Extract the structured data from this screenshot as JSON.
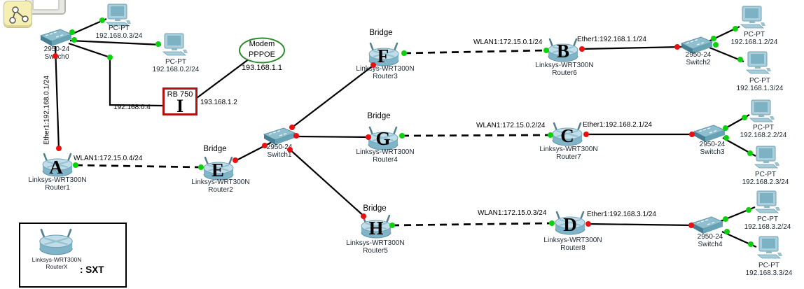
{
  "toolbar": {
    "cluster_icon": "network-cluster-icon"
  },
  "colors": {
    "link": "#000000",
    "green_port_dot": "#0bd10b",
    "red_port_dot": "#e81010",
    "modem_ellipse_stroke": "#2e8b2e",
    "rb750_border": "#b01212",
    "device_body_blue": "#8fbfce"
  },
  "devices": {
    "switch0": {
      "model": "2950-24",
      "name": "Switch0"
    },
    "switch1": {
      "model": "2950-24",
      "name": "Switch1"
    },
    "switch2": {
      "model": "2950-24",
      "name": "Switch2"
    },
    "switch3": {
      "model": "2950-24",
      "name": "Switch3"
    },
    "switch4": {
      "model": "2950-24",
      "name": "Switch4"
    },
    "router1": {
      "model": "Linksys-WRT300N",
      "name": "Router1",
      "letter": "A"
    },
    "router2": {
      "model": "Linksys-WRT300N",
      "name": "Router2",
      "letter": "E",
      "tag": "Bridge"
    },
    "router3": {
      "model": "Linksys-WRT300N",
      "name": "Router3",
      "letter": "F",
      "tag": "Bridge"
    },
    "router4": {
      "model": "Linksys-WRT300N",
      "name": "Router4",
      "letter": "G",
      "tag": "Bridge"
    },
    "router5": {
      "model": "Linksys-WRT300N",
      "name": "Router5",
      "letter": "H",
      "tag": "Bridge"
    },
    "router6": {
      "model": "Linksys-WRT300N",
      "name": "Router6",
      "letter": "B"
    },
    "router7": {
      "model": "Linksys-WRT300N",
      "name": "Router7",
      "letter": "C"
    },
    "router8": {
      "model": "Linksys-WRT300N",
      "name": "Router8",
      "letter": "D"
    },
    "pc0": {
      "model": "PC-PT",
      "ip": "192.168.0.3/24"
    },
    "pc1": {
      "model": "PC-PT",
      "ip": "192.168.0.2/24"
    },
    "pc2": {
      "model": "PC-PT",
      "ip": "192.168.1.2/24"
    },
    "pc3": {
      "model": "PC-PT",
      "ip": "192.168.1.3/24"
    },
    "pc4": {
      "model": "PC-PT",
      "ip": "192.168.2.2/24"
    },
    "pc5": {
      "model": "PC-PT",
      "ip": "192.168.2.3/24"
    },
    "pc6": {
      "model": "PC-PT",
      "ip": "192.168.3.2/24"
    },
    "pc7": {
      "model": "PC-PT",
      "ip": "192.168.3.3/24"
    },
    "modem": {
      "type": "Modem",
      "protocol": "PPPOE",
      "ip": "193.168.1.1"
    },
    "rb750": {
      "model": "RB 750",
      "letter": "I"
    }
  },
  "link_labels": {
    "sw0_r1": "Ether1:192.168.0.1/24",
    "r1_r2": "WLAN1:172.15.0.4/24",
    "sw0_rb750": "192.168.0.4",
    "rb750_modem": "193.168.1.2",
    "r3_r6": "WLAN1:172.15.0.1/24",
    "r6_sw2": "Ether1:192.168.1.1/24",
    "r4_r7": "WLAN1:172.15.0.2/24",
    "r7_sw3": "Ether1:192.168.2.1/24",
    "r5_r8": "WLAN1:172.15.0.3/24",
    "r8_sw4": "Ether1:192.168.3.1/24"
  },
  "legend": {
    "model": "Linksys-WRT300N",
    "name": "RouterX",
    "caption": ": SXT"
  }
}
